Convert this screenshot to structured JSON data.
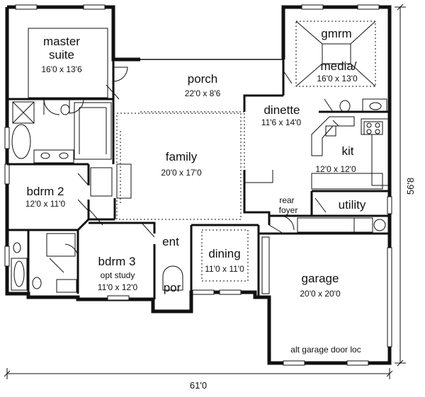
{
  "rooms": {
    "master_suite": {
      "name_line1": "master",
      "name_line2": "suite",
      "dim": "16'0 x 13'6"
    },
    "porch": {
      "name": "porch",
      "dim": "22'0 x 8'6"
    },
    "gmrm": {
      "name": "gmrm"
    },
    "media": {
      "name": "media/",
      "dim": "16'0 x 13'0"
    },
    "dinette": {
      "name": "dinette",
      "dim": "11'6 x 14'0"
    },
    "family": {
      "name": "family",
      "dim": "20'0 x 17'0"
    },
    "kit": {
      "name": "kit",
      "dim": "12'0 x 12'0"
    },
    "bdrm2": {
      "name": "bdrm 2",
      "dim": "12'0 x 11'0"
    },
    "rear_foyer": {
      "name_line1": "rear",
      "name_line2": "foyer"
    },
    "utility": {
      "name": "utility"
    },
    "ent": {
      "name": "ent"
    },
    "dining": {
      "name": "dining",
      "dim": "11'0 x 11'0"
    },
    "bdrm3": {
      "name": "bdrm 3",
      "sub": "opt study",
      "dim": "11'0 x 12'0"
    },
    "por": {
      "name": "por"
    },
    "garage": {
      "name": "garage",
      "dim": "20'0 x 20'0",
      "note": "alt garage door loc"
    }
  },
  "dimensions": {
    "width": "61'0",
    "depth": "56'8"
  }
}
